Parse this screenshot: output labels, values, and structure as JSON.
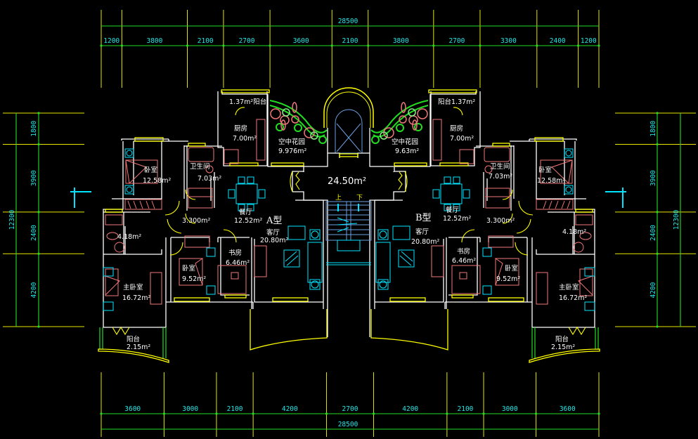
{
  "drawing": {
    "title": "Residential floor plan — A/B type units",
    "colors": {
      "background": "#000000",
      "wall": "#ffffff",
      "window": "#ffff00",
      "dimension_line": "#22dd22",
      "dimension_text": "#22e6e6",
      "furniture_sanitary": "#f07878",
      "furniture_living": "#00e5ff",
      "stair": "#6a9fe0"
    }
  },
  "dimensions": {
    "top_total": "28500",
    "top_segments": [
      "1200",
      "3800",
      "2100",
      "2700",
      "3600",
      "2100",
      "3800",
      "2700",
      "3300",
      "2400",
      "1200"
    ],
    "bottom_segments": [
      "3600",
      "3000",
      "2100",
      "4200",
      "2700",
      "4200",
      "2100",
      "3000",
      "3600"
    ],
    "bottom_total": "28500",
    "left_total": "12300",
    "left_segments": [
      "1800",
      "3900",
      "2400",
      "4200"
    ],
    "right_total": "12300",
    "right_segments": [
      "1800",
      "3900",
      "2400",
      "4200"
    ]
  },
  "units": {
    "a": {
      "type_label": "A型",
      "rooms": {
        "balcony_top": "1.37m²阳台",
        "kitchen_name": "厨房",
        "kitchen_area": "7.00m²",
        "sky_garden_name": "空中花园",
        "sky_garden_area": "9.976m²",
        "bedroom_name": "卧室",
        "bedroom_area": "12.58m²",
        "bathroom_name": "卫生间",
        "bathroom_area": "7.03m²",
        "dining_name": "餐厅",
        "dining_area": "12.52m²",
        "corridor_area": "3.300m²",
        "small_bath_area": "4.18m²",
        "living_name": "客厅",
        "living_area": "20.80m²",
        "study_name": "书房",
        "study_area": "6.46m²",
        "bedroom2_name": "卧室",
        "bedroom2_area": "9.52m²",
        "master_name": "主卧室",
        "master_area": "16.72m²",
        "balcony_bottom_name": "阳台",
        "balcony_bottom_area": "2.15m²"
      }
    },
    "b": {
      "type_label": "B型",
      "rooms": {
        "balcony_top": "阳台1.37m²",
        "kitchen_name": "厨房",
        "kitchen_area": "7.00m²",
        "sky_garden_name": "空中花园",
        "sky_garden_area": "9.63m²",
        "bedroom_name": "卧室",
        "bedroom_area": "12.58m²",
        "bathroom_name": "卫生间",
        "bathroom_area": "7.03m²",
        "dining_name": "餐厅",
        "dining_area": "12.52m²",
        "corridor_area": "3.300m²",
        "small_bath_area": "4.18m²",
        "living_name": "客厅",
        "living_area": "20.80m²",
        "study_name": "书房",
        "study_area": "6.46m²",
        "bedroom2_name": "卧室",
        "bedroom2_area": "9.52m²",
        "master_name": "主卧室",
        "master_area": "16.72m²",
        "balcony_bottom_name": "阳台",
        "balcony_bottom_area": "2.15m²"
      }
    }
  },
  "core": {
    "lobby_area": "24.50m²",
    "stair_up": "上",
    "stair_down": "下"
  }
}
